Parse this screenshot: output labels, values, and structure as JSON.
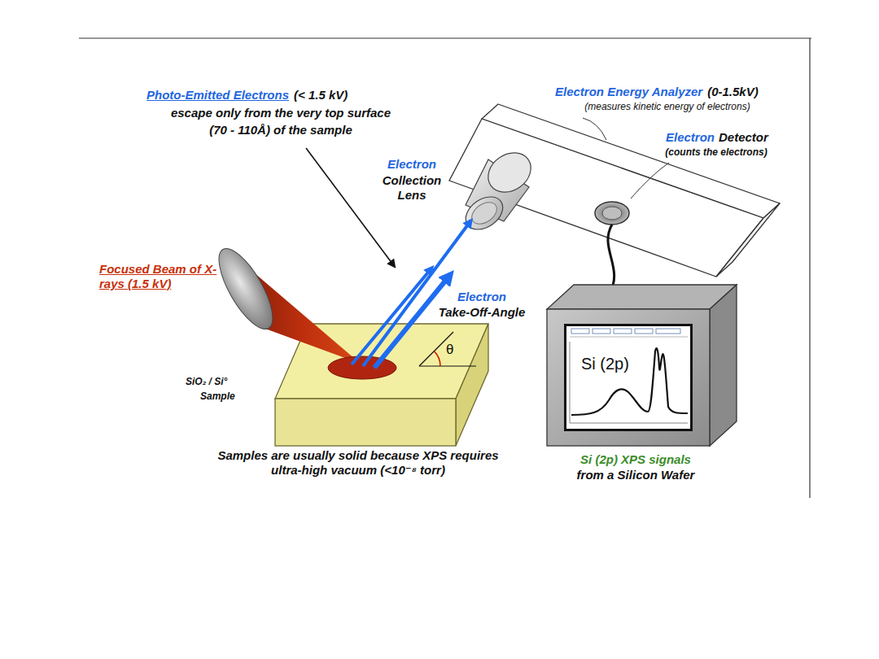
{
  "diagram": {
    "nodes": [
      {
        "text": [
          "Si (2p)"
        ]
      }
    ],
    "labels": [
      "Photo-Emitted Electrons",
      "(< 1.5 kV)",
      "escape only from the very top surface",
      "(70 - 110Å) of the sample",
      "Electron Energy Analyzer",
      "(0-1.5kV)",
      "(measures kinetic energy of electrons)",
      "Electron",
      "Collection Lens",
      "Electron",
      "Detector",
      "(counts the electrons)",
      "Focused Beam of X-rays (1.5 kV)",
      "Electron",
      "Take-Off-Angle",
      "θ",
      "SiO₂ / Si°",
      "Sample",
      "Samples are usually solid because XPS requires ultra-high vacuum (<10⁻⁸ torr)",
      "Si (2p) XPS signals",
      "from a Silicon Wafer"
    ]
  }
}
